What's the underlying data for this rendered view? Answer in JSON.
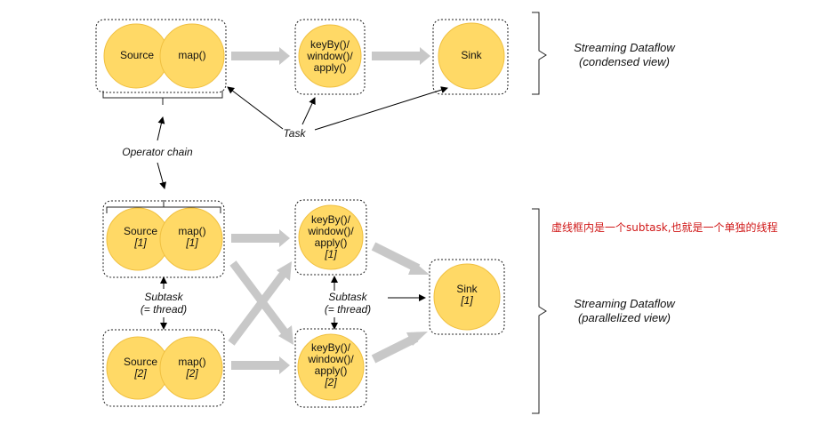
{
  "colors": {
    "node_fill": "#ffd966",
    "node_stroke": "#f0c040",
    "arrow_gray": "#c8c8c8",
    "annotation_red": "#d01818"
  },
  "condensed": {
    "source": "Source",
    "map": "map()",
    "keyby": [
      "keyBy()/",
      "window()/",
      "apply()"
    ],
    "sink": "Sink",
    "title": [
      "Streaming Dataflow",
      "(condensed view)"
    ],
    "task_label": "Task",
    "operator_chain_label": "Operator chain"
  },
  "parallel": {
    "source_1": [
      "Source",
      "[1]"
    ],
    "map_1": [
      "map()",
      "[1]"
    ],
    "source_2": [
      "Source",
      "[2]"
    ],
    "map_2": [
      "map()",
      "[2]"
    ],
    "keyby_1": [
      "keyBy()/",
      "window()/",
      "apply()",
      "[1]"
    ],
    "keyby_2": [
      "keyBy()/",
      "window()/",
      "apply()",
      "[2]"
    ],
    "sink_1": [
      "Sink",
      "[1]"
    ],
    "subtask_label": [
      "Subtask",
      "(= thread)"
    ],
    "subtask_label_2": [
      "Subtask",
      "(= thread)"
    ],
    "title": [
      "Streaming Dataflow",
      "(parallelized view)"
    ],
    "annotation": "虚线框内是一个subtask,也就是一个单独的线程"
  }
}
